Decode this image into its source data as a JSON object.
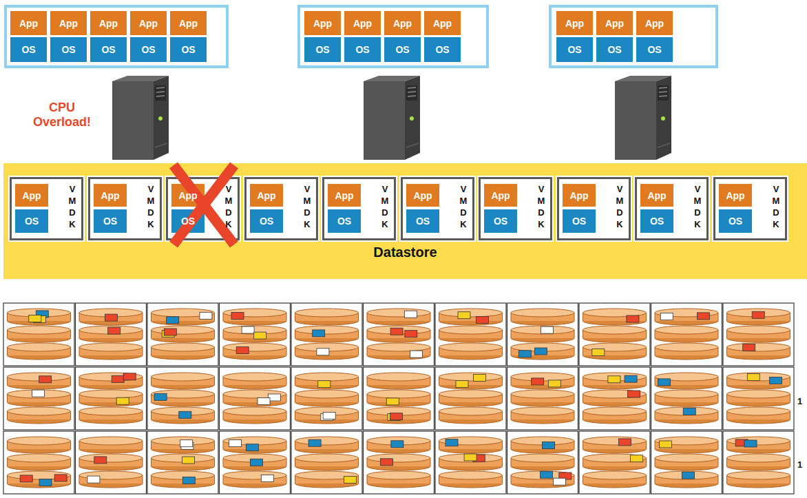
{
  "diagram": {
    "nodes": [
      {
        "text": [
          "App"
        ]
      },
      {
        "text": [
          "OS"
        ]
      },
      {
        "text": [
          "App"
        ]
      },
      {
        "text": [
          "OS"
        ]
      },
      {
        "text": [
          "App"
        ]
      },
      {
        "text": [
          "OS"
        ]
      },
      {
        "text": [
          "App"
        ]
      },
      {
        "text": [
          "OS"
        ]
      },
      {
        "text": [
          "App"
        ]
      },
      {
        "text": [
          "OS"
        ]
      },
      {
        "text": [
          "App"
        ]
      },
      {
        "text": [
          "OS"
        ]
      },
      {
        "text": [
          "App"
        ]
      },
      {
        "text": [
          "OS"
        ]
      },
      {
        "text": [
          "App"
        ]
      },
      {
        "text": [
          "OS"
        ]
      },
      {
        "text": [
          "App"
        ]
      },
      {
        "text": [
          "OS"
        ]
      },
      {
        "text": [
          "App"
        ]
      },
      {
        "text": [
          "OS"
        ]
      },
      {
        "text": [
          "App"
        ]
      },
      {
        "text": [
          "OS"
        ]
      },
      {
        "text": [
          "App"
        ]
      },
      {
        "text": [
          "OS"
        ]
      },
      {
        "text": [
          "Datastore"
        ]
      },
      {
        "text": [
          "V M D K"
        ],
        "in": 24
      },
      {
        "text": [
          "App"
        ],
        "in": 25
      },
      {
        "text": [
          "OS"
        ],
        "in": 25
      },
      {
        "text": [
          "V M D K"
        ],
        "in": 24
      },
      {
        "text": [
          "App"
        ],
        "in": 28
      },
      {
        "text": [
          "OS"
        ],
        "in": 28
      },
      {
        "text": [
          "V M D K"
        ],
        "in": 24
      },
      {
        "text": [
          "App"
        ],
        "in": 31
      },
      {
        "text": [
          "OS"
        ],
        "in": 31
      },
      {
        "text": [
          "V M D K"
        ],
        "in": 24
      },
      {
        "text": [
          "App"
        ],
        "in": 34
      },
      {
        "text": [
          "OS"
        ],
        "in": 34
      },
      {
        "text": [
          "V M D K"
        ],
        "in": 24
      },
      {
        "text": [
          "App"
        ],
        "in": 37
      },
      {
        "text": [
          "OS"
        ],
        "in": 37
      },
      {
        "text": [
          "V M D K"
        ],
        "in": 24
      },
      {
        "text": [
          "App"
        ],
        "in": 40
      },
      {
        "text": [
          "OS"
        ],
        "in": 40
      },
      {
        "text": [
          "V M D K"
        ],
        "in": 24
      },
      {
        "text": [
          "App"
        ],
        "in": 43
      },
      {
        "text": [
          "OS"
        ],
        "in": 43
      },
      {
        "text": [
          "V M D K"
        ],
        "in": 24
      },
      {
        "text": [
          "App"
        ],
        "in": 46
      },
      {
        "text": [
          "OS"
        ],
        "in": 46
      },
      {
        "text": [
          "V M D K"
        ],
        "in": 24
      },
      {
        "text": [
          "App"
        ],
        "in": 49
      },
      {
        "text": [
          "OS"
        ],
        "in": 49
      },
      {
        "text": [
          "V M D K"
        ],
        "in": 24
      },
      {
        "text": [
          "App"
        ],
        "in": 52
      },
      {
        "text": [
          "OS"
        ],
        "in": 52
      }
    ],
    "labels": [
      "CPU Overload!",
      "1",
      "1"
    ]
  }
}
